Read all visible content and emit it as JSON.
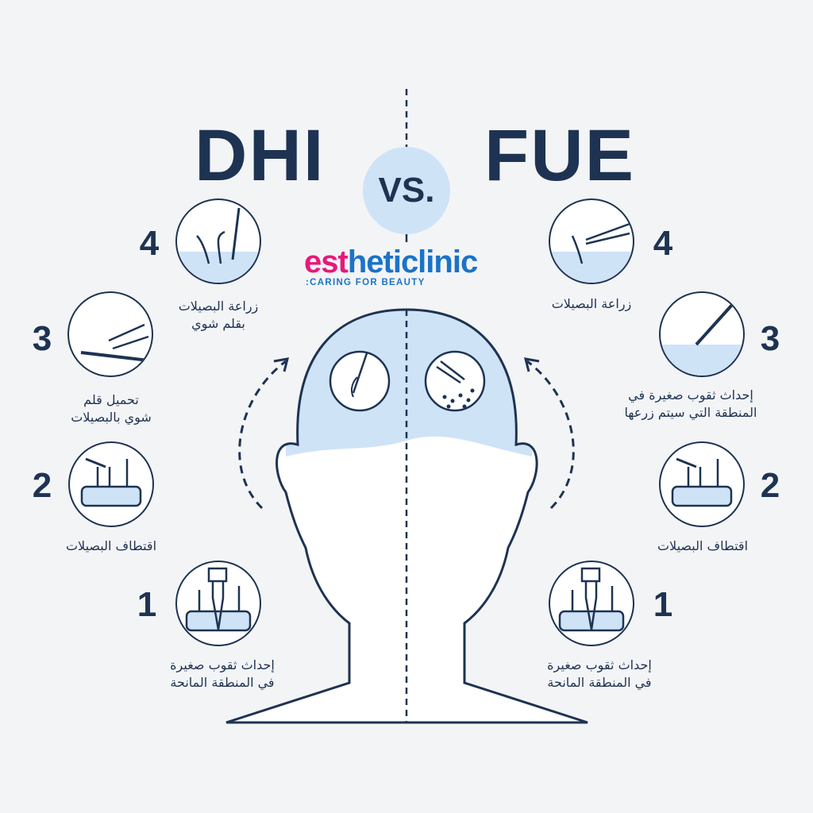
{
  "header": {
    "left_title": "DHI",
    "right_title": "FUE",
    "vs_label": "VS."
  },
  "logo": {
    "part1": "est",
    "part2": "heti",
    "part3": "clinic",
    "tagline": ":CARING FOR BEAUTY"
  },
  "dhi_steps": [
    {
      "number": "1",
      "label": "إحداث ثقوب صغيرة\nفي المنطقة المانحة"
    },
    {
      "number": "2",
      "label": "اقتطاف البصيلات"
    },
    {
      "number": "3",
      "label": "تحميل قلم\nشوي بالبصيلات"
    },
    {
      "number": "4",
      "label": "زراعة البصيلات\nبقلم شوي"
    }
  ],
  "fue_steps": [
    {
      "number": "1",
      "label": "إحداث ثقوب صغيرة\nفي المنطقة المانحة"
    },
    {
      "number": "2",
      "label": "اقتطاف البصيلات"
    },
    {
      "number": "3",
      "label": "إحداث ثقوب صغيرة في\nالمنطقة التي سيتم زرعها"
    },
    {
      "number": "4",
      "label": "زراعة البصيلات"
    }
  ],
  "colors": {
    "navy": "#1e3352",
    "light_blue": "#cfe3f7",
    "pink": "#e6197a",
    "blue": "#1a73c8"
  }
}
